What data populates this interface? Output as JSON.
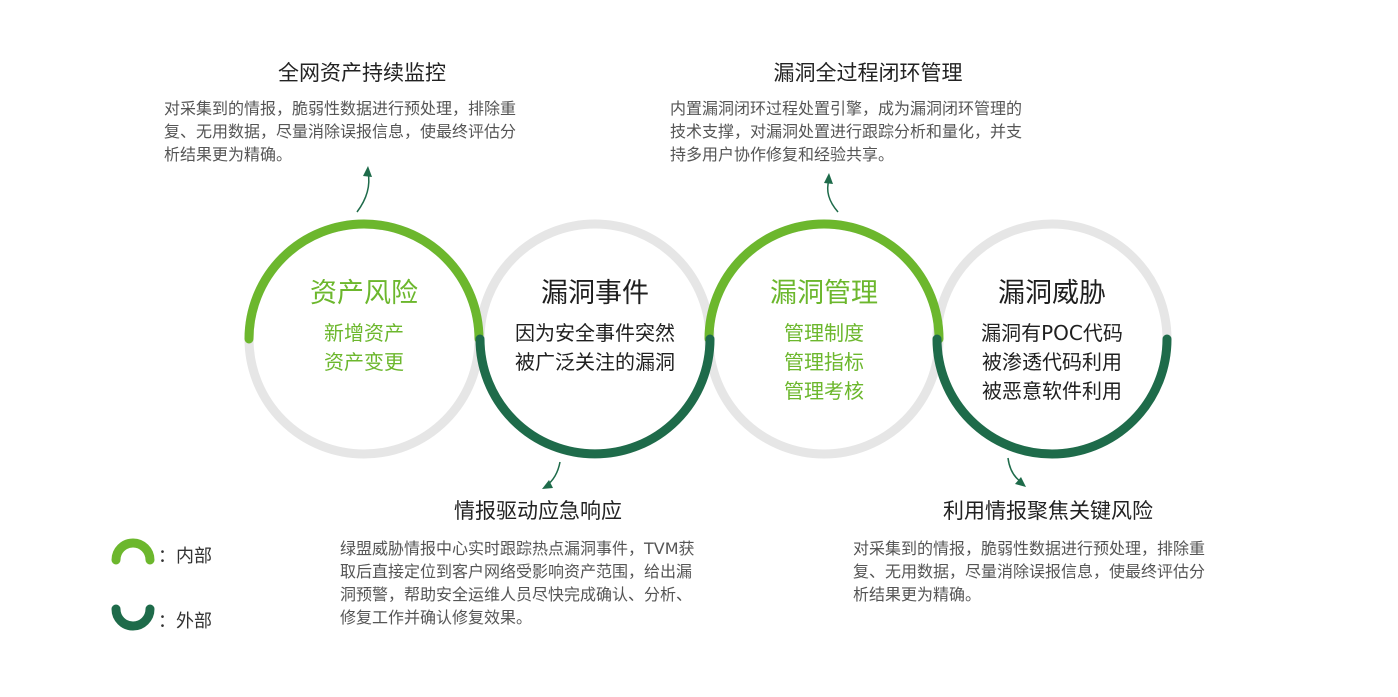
{
  "colors": {
    "internal": "#6cb72d",
    "external": "#1e6b4a",
    "ring": "#e6e6e6"
  },
  "top_sections": [
    {
      "title": "全网资产持续监控",
      "desc": [
        "对采集到的情报，脆弱性数据进行预处理，排除重",
        "复、无用数据，尽量消除误报信息，使最终评估分",
        "析结果更为精确。"
      ]
    },
    {
      "title": "漏洞全过程闭环管理",
      "desc": [
        "内置漏洞闭环过程处置引擎，成为漏洞闭环管理的",
        "技术支撑，对漏洞处置进行跟踪分析和量化，并支",
        "持多用户协作修复和经验共享。"
      ]
    }
  ],
  "bottom_sections": [
    {
      "title": "情报驱动应急响应",
      "desc": [
        "绿盟威胁情报中心实时跟踪热点漏洞事件，TVM获",
        "取后直接定位到客户网络受影响资产范围，给出漏",
        "洞预警，帮助安全运维人员尽快完成确认、分析、",
        "修复工作并确认修复效果。"
      ]
    },
    {
      "title": "利用情报聚焦关键风险",
      "desc": [
        "对采集到的情报，脆弱性数据进行预处理，排除重",
        "复、无用数据，尽量消除误报信息，使最终评估分",
        "析结果更为精确。"
      ]
    }
  ],
  "circles": [
    {
      "title": "资产风险",
      "items": [
        "新增资产",
        "资产变更"
      ]
    },
    {
      "title": "漏洞事件",
      "items": [
        "因为安全事件突然",
        "被广泛关注的漏洞"
      ]
    },
    {
      "title": "漏洞管理",
      "items": [
        "管理制度",
        "管理指标",
        "管理考核"
      ]
    },
    {
      "title": "漏洞威胁",
      "items": [
        "漏洞有POC代码",
        "被渗透代码利用",
        "被恶意软件利用"
      ]
    }
  ],
  "legend": [
    {
      "label": "：内部"
    },
    {
      "label": "：外部"
    }
  ]
}
